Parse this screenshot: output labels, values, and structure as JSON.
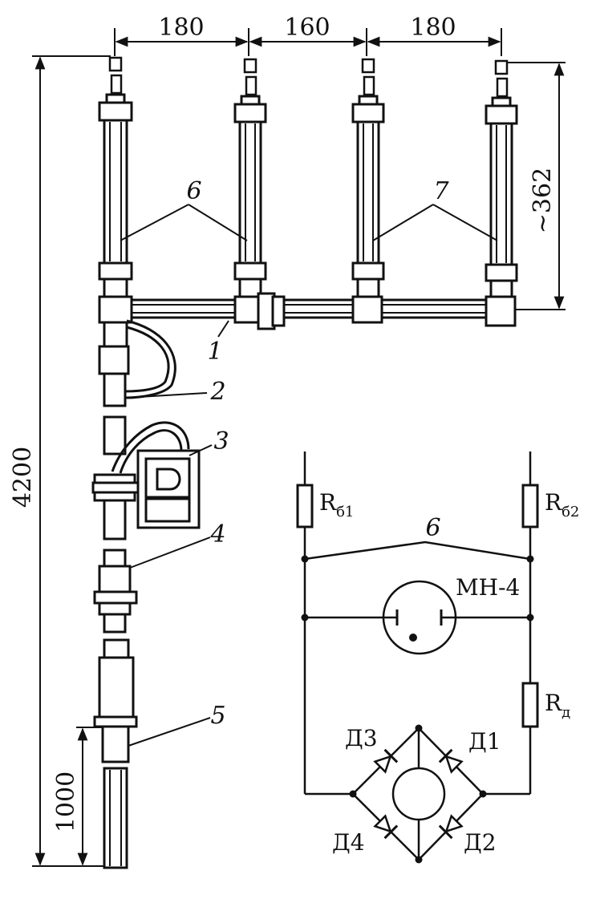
{
  "dimensions": {
    "spacing_1": "180",
    "spacing_2": "160",
    "spacing_3": "180",
    "height_upper": "~362",
    "height_total": "4200",
    "height_lower": "1000"
  },
  "callouts": {
    "n1": "1",
    "n2": "2",
    "n3": "3",
    "n4": "4",
    "n5": "5",
    "n6": "6",
    "n7": "7"
  },
  "schematic": {
    "resistor_1_main": "R",
    "resistor_1_sub": "б1",
    "resistor_2_main": "R",
    "resistor_2_sub": "б2",
    "resistor_d_main": "R",
    "resistor_d_sub": "д",
    "wire_label": "6",
    "indicator_label": "МН-4",
    "diode_1": "Д1",
    "diode_2": "Д2",
    "diode_3": "Д3",
    "diode_4": "Д4"
  }
}
